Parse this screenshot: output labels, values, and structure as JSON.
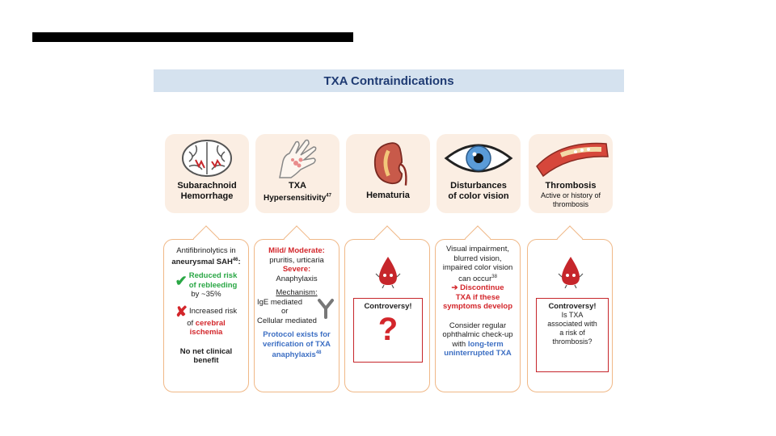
{
  "header": {
    "title": "TXA Contraindications"
  },
  "colors": {
    "banner_bg": "#d5e2ef",
    "card_bg": "#fbeee3",
    "border": "#f0b887",
    "red": "#d3262b",
    "green": "#2aa745",
    "blue": "#3d6fc3"
  },
  "cards": [
    {
      "title1": "Subarachnoid",
      "title2": "Hemorrhage",
      "icon": "brain-icon"
    },
    {
      "title1": "TXA",
      "title2": "Hypersensitivity",
      "sup": "47",
      "icon": "hand-rash-icon"
    },
    {
      "title1": "Hematuria",
      "icon": "kidney-icon"
    },
    {
      "title1": "Disturbances",
      "title2": "of color vision",
      "icon": "eye-icon"
    },
    {
      "title1": "Thrombosis",
      "sub": "Active or history of thrombosis",
      "icon": "blood-vessel-clot-icon"
    }
  ],
  "sah": {
    "l1": "Antifibrinolytics in",
    "l2": "aneurysmal SAH",
    "l2_sup": "46",
    "l2_colon": ":",
    "benefit1": "Reduced risk",
    "benefit2": "of rebleeding",
    "benefit3": "by ~35%",
    "risk1": "Increased risk",
    "risk2": "of",
    "risk3": "cerebral",
    "risk4": "ischemia",
    "net1": "No net clinical",
    "net2": "benefit"
  },
  "hyper": {
    "mild_label": "Mild/ Moderate:",
    "mild_text": "pruritis, urticaria",
    "severe_label": "Severe:",
    "severe_text": "Anaphylaxis",
    "mech_label": "Mechanism:",
    "mech1": "IgE mediated",
    "mech_or": "or",
    "mech2": "Cellular mediated",
    "proto1": "Protocol exists for",
    "proto2": "verification of TXA",
    "proto3": "anaphylaxis",
    "proto_sup": "48"
  },
  "hematuria": {
    "controversy": "Controversy!",
    "question": "?"
  },
  "vision": {
    "v1": "Visual impairment,",
    "v2": "blurred vision,",
    "v3": "impaired color vision",
    "v4": "can occur",
    "v4_sup": "38",
    "arrow": "➔",
    "d1": "Discontinue",
    "d2": "TXA if these",
    "d3": "symptoms develop",
    "c1": "Consider regular",
    "c2": "ophthalmic check-up",
    "c3": "with",
    "c4": "long-term",
    "c5": "uninterrupted TXA"
  },
  "thrombosis": {
    "controversy": "Controversy!",
    "q1": "Is TXA",
    "q2": "associated with",
    "q3": "a risk of",
    "q4": "thrombosis?"
  }
}
